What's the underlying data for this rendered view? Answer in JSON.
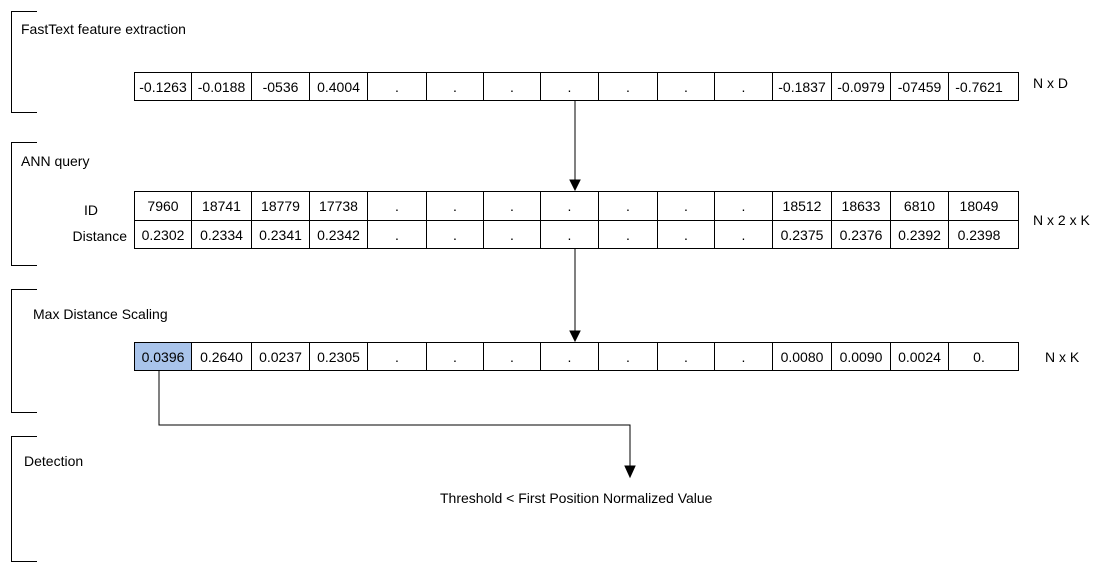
{
  "stages": {
    "feature_extraction": {
      "title": "FastText feature extraction",
      "dimension": "N x D",
      "values": [
        "-0.1263",
        "-0.0188",
        "-0536",
        "0.4004",
        ".",
        ".",
        ".",
        ".",
        ".",
        ".",
        ".",
        "-0.1837",
        "-0.0979",
        "-07459",
        "-0.7621"
      ]
    },
    "ann_query": {
      "title": "ANN query",
      "dimension": "N x 2 x K",
      "id_label": "ID",
      "distance_label": "Distance",
      "ids": [
        "7960",
        "18741",
        "18779",
        "17738",
        ".",
        ".",
        ".",
        ".",
        ".",
        ".",
        ".",
        "18512",
        "18633",
        "6810",
        "18049"
      ],
      "distances": [
        "0.2302",
        "0.2334",
        "0.2341",
        "0.2342",
        ".",
        ".",
        ".",
        ".",
        ".",
        ".",
        ".",
        "0.2375",
        "0.2376",
        "0.2392",
        "0.2398"
      ]
    },
    "scaling": {
      "title": "Max Distance Scaling",
      "dimension": "N x K",
      "values": [
        "0.0396",
        "0.2640",
        "0.0237",
        "0.2305",
        ".",
        ".",
        ".",
        ".",
        ".",
        ".",
        ".",
        "0.0080",
        "0.0090",
        "0.0024",
        "0."
      ],
      "highlight_color": "#a9c4eb"
    },
    "detection": {
      "title": "Detection",
      "result": "Threshold < First Position Normalized Value"
    }
  }
}
